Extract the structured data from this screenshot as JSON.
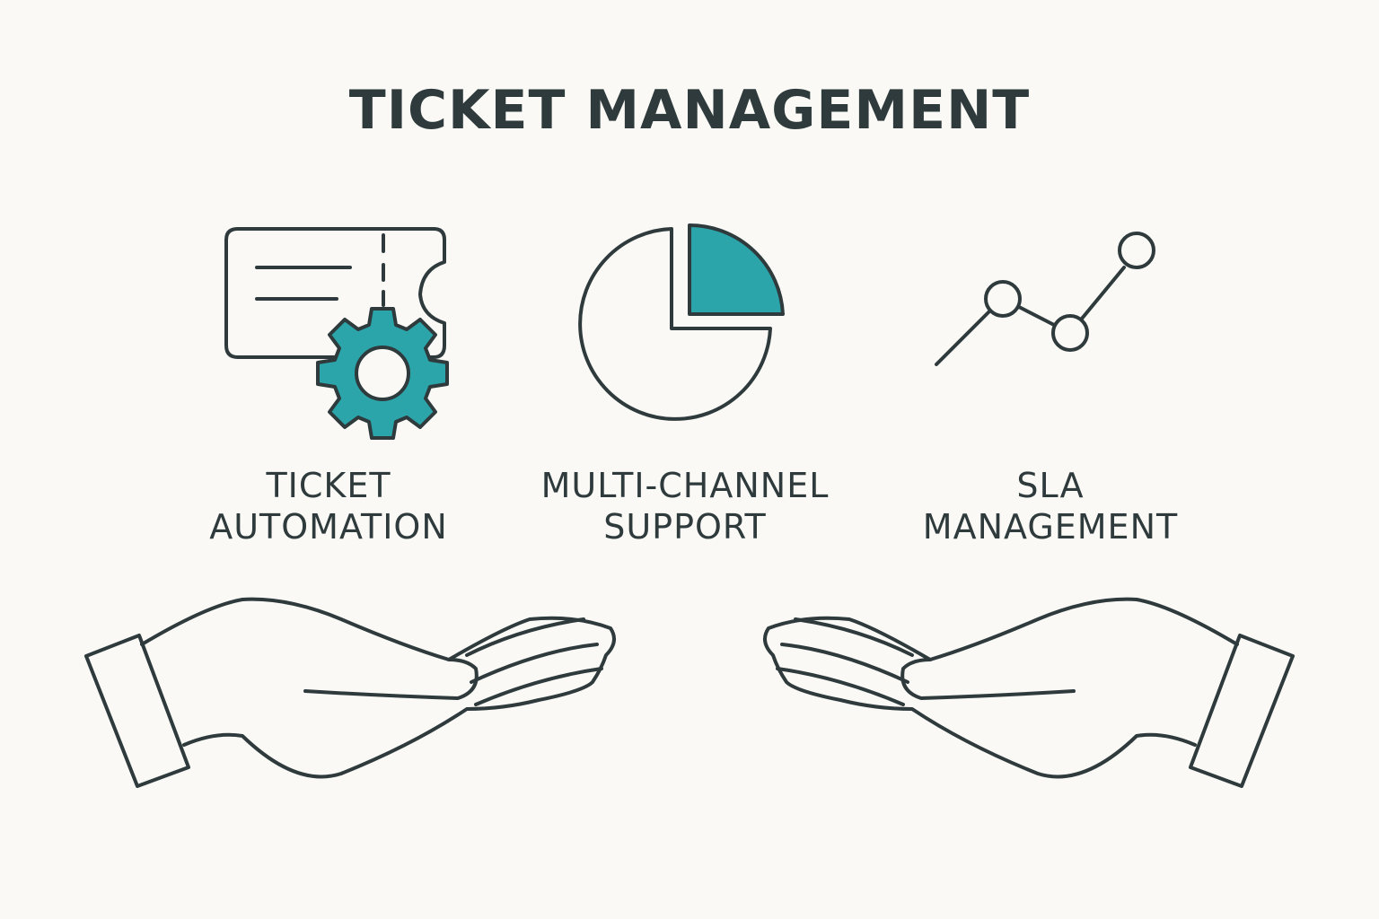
{
  "title": "TICKET MANAGEMENT",
  "features": [
    {
      "line1": "TICKET",
      "line2": "AUTOMATION",
      "icon": "ticket-gear-icon"
    },
    {
      "line1": "MULTI-CHANNEL",
      "line2": "SUPPORT",
      "icon": "pie-chart-icon"
    },
    {
      "line1": "SLA",
      "line2": "MANAGEMENT",
      "icon": "line-graph-icon"
    }
  ],
  "colors": {
    "stroke": "#2e3a3c",
    "accent": "#2ba5aa",
    "background": "#faf9f5"
  }
}
